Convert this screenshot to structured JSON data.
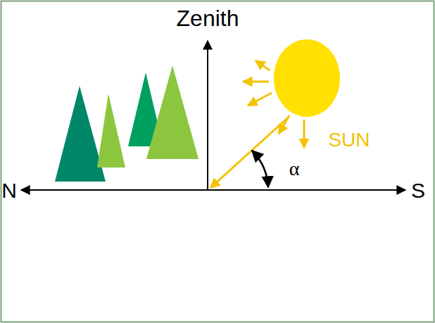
{
  "diagram": {
    "labels": [
      "Zenith",
      "N",
      "S",
      "SUN",
      "α"
    ]
  }
}
